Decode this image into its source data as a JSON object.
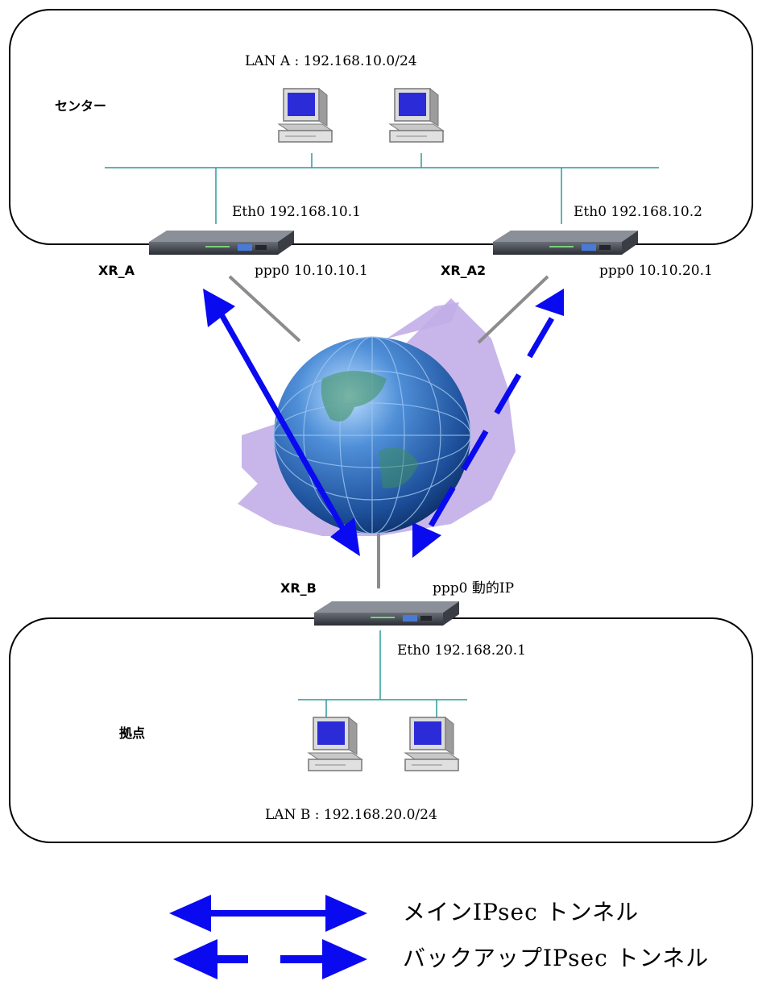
{
  "center": {
    "label": "センター",
    "lan": "LAN A : 192.168.10.0/24",
    "xr_a": {
      "name": "XR_A",
      "eth0": "Eth0 192.168.10.1",
      "ppp0": "ppp0 10.10.10.1"
    },
    "xr_a2": {
      "name": "XR_A2",
      "eth0": "Eth0 192.168.10.2",
      "ppp0": "ppp0 10.10.20.1"
    }
  },
  "branch": {
    "label": "拠点",
    "lan": "LAN B : 192.168.20.0/24",
    "xr_b": {
      "name": "XR_B",
      "ppp0": "ppp0 動的IP",
      "eth0": "Eth0 192.168.20.1"
    }
  },
  "legend": {
    "main": "メインIPsec トンネル",
    "backup": "バックアップIPsec トンネル"
  },
  "colors": {
    "arrow": "#0a0af0",
    "lan_line": "#2a9a9a",
    "wan_line": "#8c8c8c",
    "cloud": "#c2aee8",
    "globe": "#2a6cc6",
    "pc_screen": "#2b2bd8"
  }
}
